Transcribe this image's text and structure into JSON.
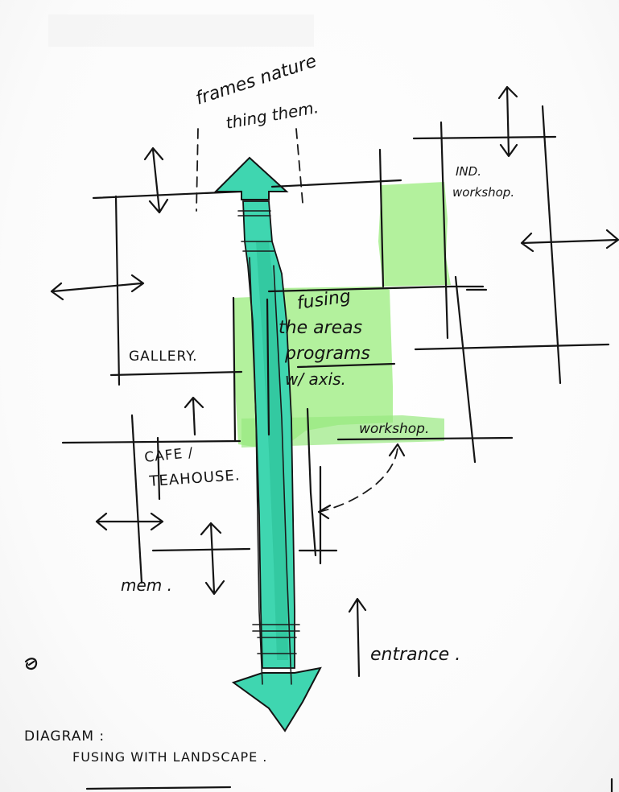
{
  "colors": {
    "ink": "#141414",
    "highlight_green": "#a6ee8c",
    "highlight_green_dark": "#8fe07a",
    "axis_teal": "#3fd6b0",
    "axis_teal_dark": "#2bbf98"
  },
  "labels": {
    "frames_nature_line1": "frames nature",
    "frames_nature_line2": "thing them.",
    "ind_line1": "IND.",
    "ind_line2": "workshop.",
    "fusing_line1": "fusing",
    "fusing_line2": "the areas",
    "fusing_line3": "programs",
    "fusing_line4": "w/ axis.",
    "gallery": "GALLERY.",
    "workshop": "workshop.",
    "cafe_line1": "CAFE /",
    "cafe_line2": "TEAHOUSE.",
    "mem": "mem .",
    "entrance": "entrance .",
    "diagram_line1": "DIAGRAM :",
    "diagram_line2": "FUSING   WITH LANDSCAPE ."
  }
}
